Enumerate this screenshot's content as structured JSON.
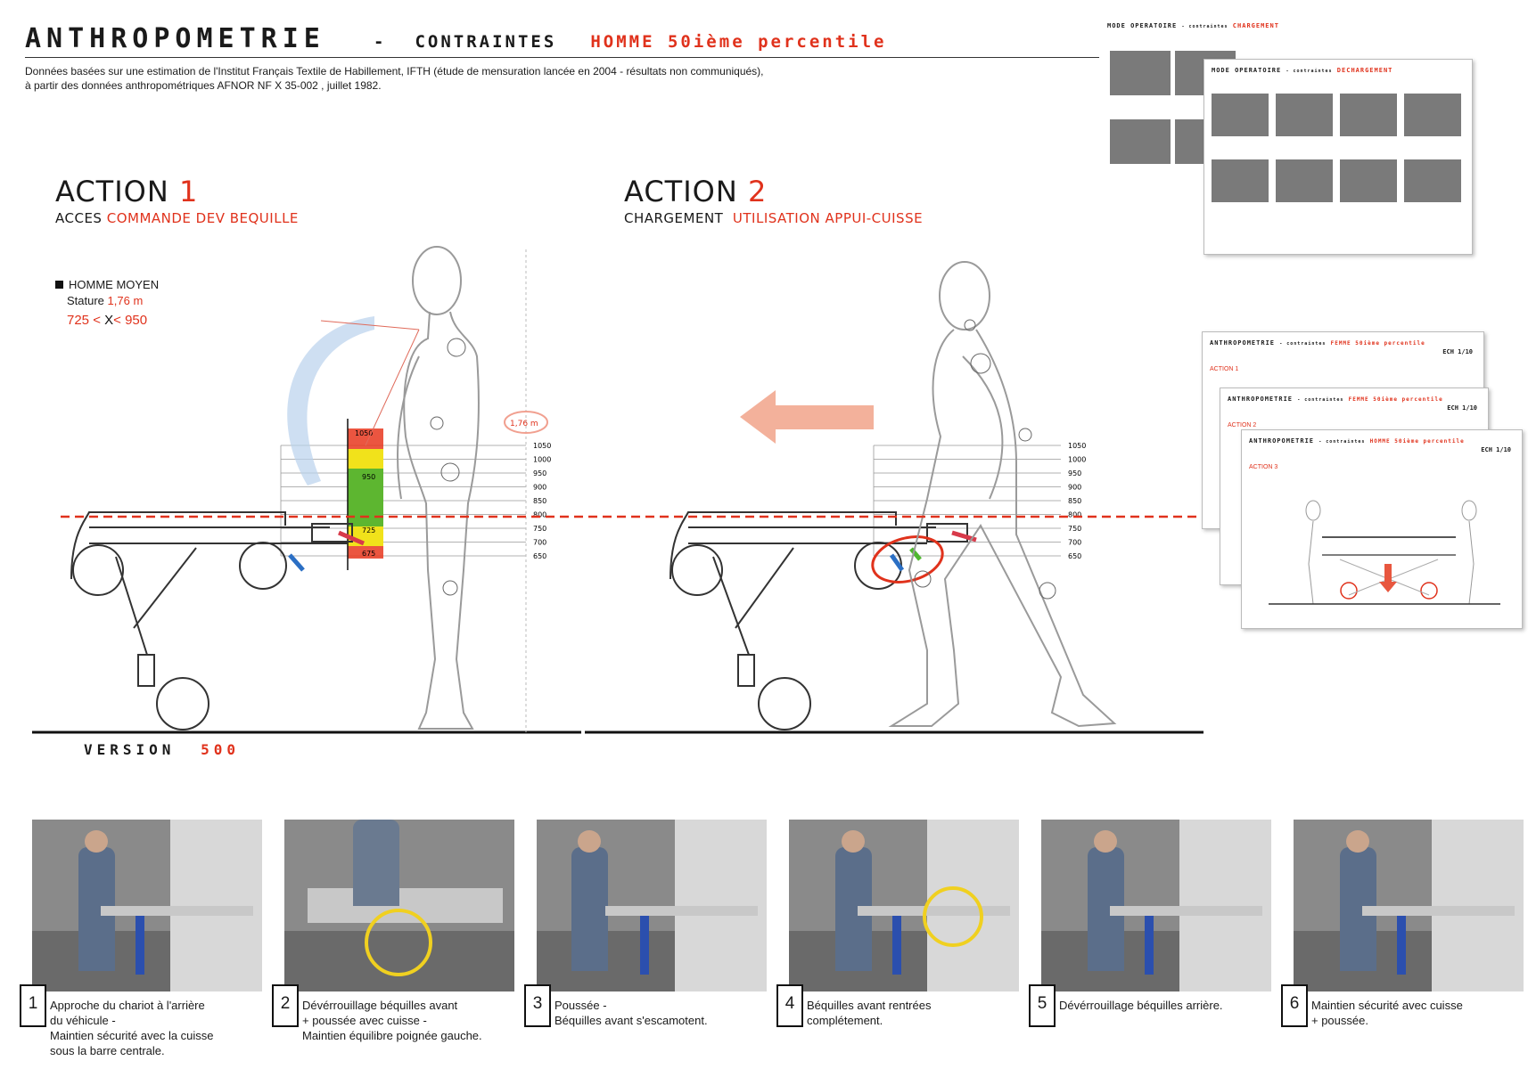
{
  "header": {
    "title": "ANTHROPOMETRIE",
    "sep": "-",
    "constraint_label": "CONTRAINTES",
    "subject": "HOMME 50ième percentile",
    "description_l1": "Données basées  sur une estimation de l'Institut Français Textile de Habillement, IFTH (étude de mensuration lancée en 2004 - résultats non communiqués),",
    "description_l2": "à partir des données anthropométriques AFNOR  NF X 35-002 , juillet 1982."
  },
  "action1": {
    "word": "ACTION",
    "num": "1",
    "label": "ACCES",
    "label_hl": "COMMANDE DEV BEQUILLE"
  },
  "action2": {
    "word": "ACTION",
    "num": "2",
    "label": "CHARGEMENT",
    "label_hl": "UTILISATION APPUI-CUISSE"
  },
  "legend": {
    "title": "HOMME MOYEN",
    "stature_label": "Stature",
    "stature_value": "1,76 m",
    "range_low": "725",
    "range_lt1": "<",
    "range_x": "X",
    "range_lt2": "<",
    "range_high": "950"
  },
  "scale": {
    "ticks": [
      "1050",
      "1000",
      "950",
      "900",
      "850",
      "800",
      "750",
      "700",
      "650"
    ],
    "zone_labels": [
      "1050",
      "950",
      "725",
      "675"
    ],
    "height_label": "1,76 m"
  },
  "version": {
    "label": "VERSION",
    "value": "500"
  },
  "thumbs": {
    "mode_label": "MODE OPERATOIRE",
    "mode_sub": "- contraintes",
    "charge": "CHARGEMENT",
    "decharge": "DECHARGEMENT",
    "anthro": "ANTHROPOMETRIE",
    "anthro_sub": "- contraintes",
    "femme": "FEMME 50ième percentile",
    "homme": "HOMME 50ième percentile",
    "ech": "ECH  1/10",
    "act1": "ACTION 1",
    "act2": "ACTION 2",
    "act3": "ACTION 3"
  },
  "steps": [
    {
      "num": "1",
      "text": "Approche du chariot à l'arrière\ndu véhicule -\nMaintien sécurité avec la cuisse\nsous la barre centrale."
    },
    {
      "num": "2",
      "text": "Dévérrouillage béquilles avant\n+ poussée avec cuisse -\nMaintien équilibre poignée gauche."
    },
    {
      "num": "3",
      "text": "Poussée -\nBéquilles avant s'escamotent."
    },
    {
      "num": "4",
      "text": "Béquilles avant rentrées\ncomplétement."
    },
    {
      "num": "5",
      "text": "Dévérrouillage béquilles arrière."
    },
    {
      "num": "6",
      "text": "Maintien sécurité avec cuisse\n+ poussée."
    }
  ],
  "colors": {
    "accent": "#e0321c",
    "zone_red": "#e8371f",
    "zone_yellow": "#f1e21b",
    "zone_green": "#5db630"
  }
}
